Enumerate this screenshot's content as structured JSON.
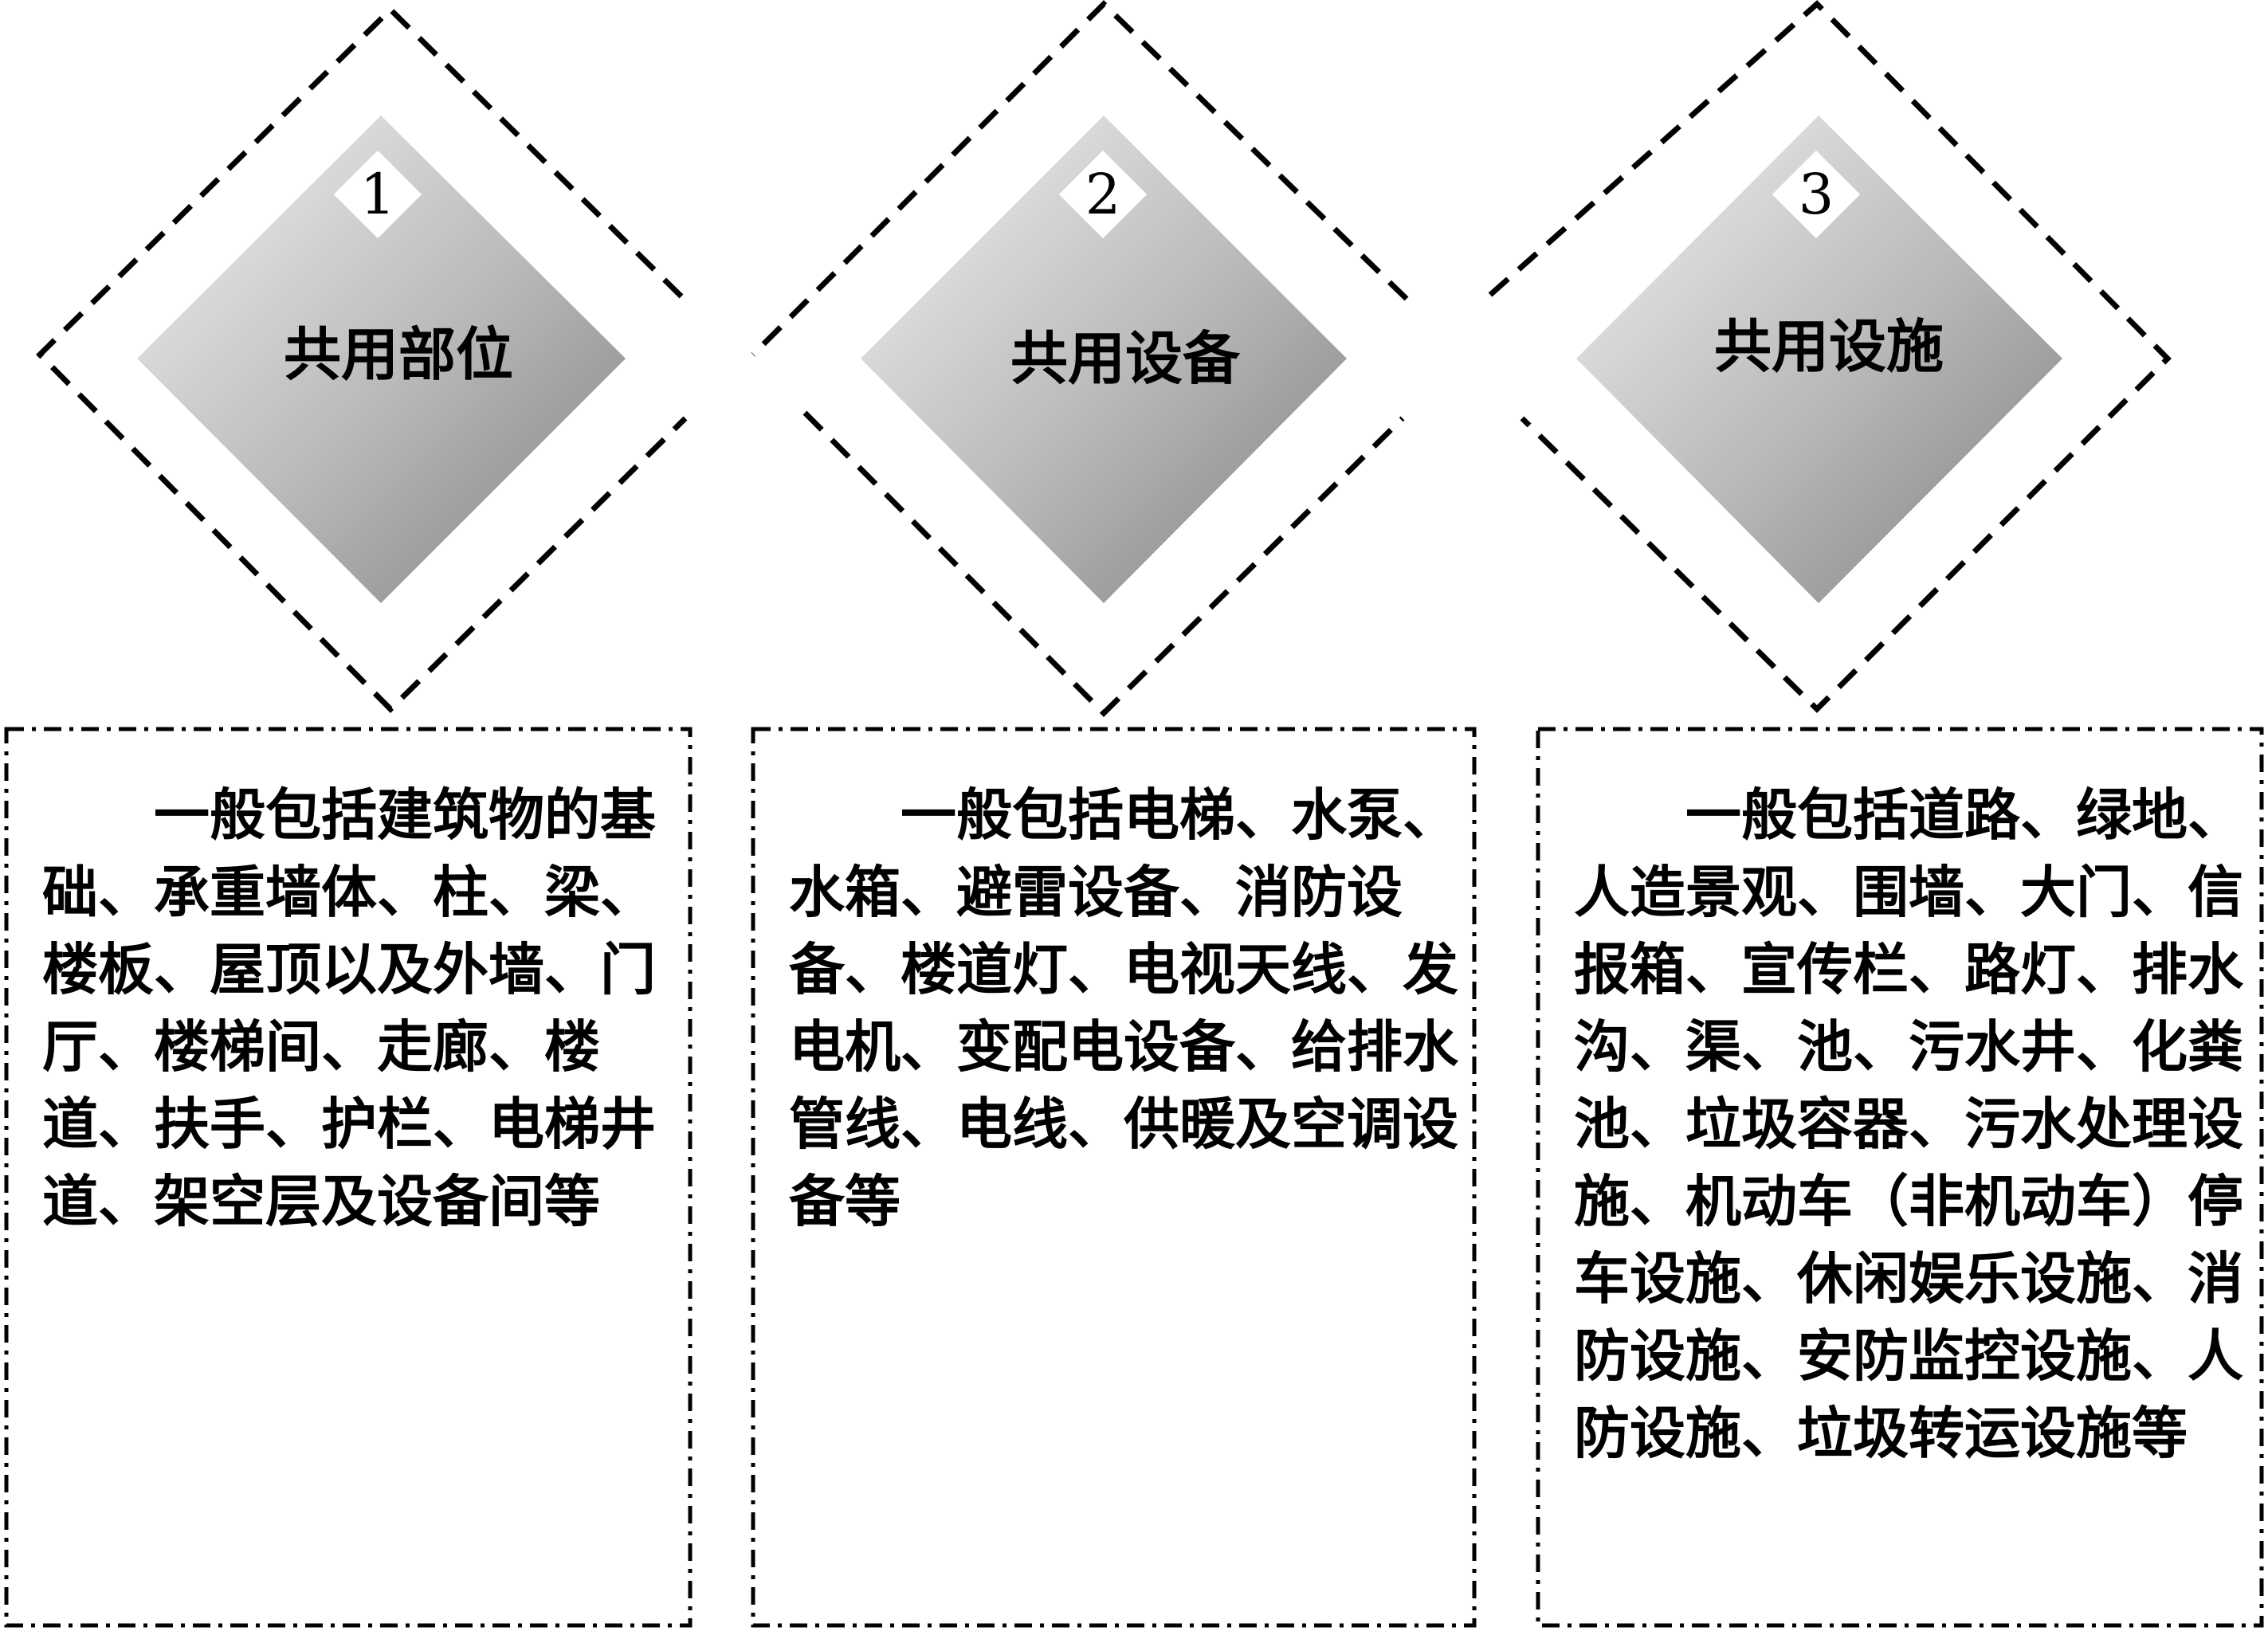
{
  "items": [
    {
      "number": "1",
      "title": "共用部位",
      "description": "一般包括建筑物的基础、承重墙体、柱、梁、楼板、屋顶以及外墙、门厅、楼梯间、走廊、楼道、扶手、护栏、电梯井道、架空层及设备间等"
    },
    {
      "number": "2",
      "title": "共用设备",
      "description": "一般包括电梯、水泵、水箱、避雷设备、消防设备、楼道灯、电视天线、发电机、变配电设备、给排水管线、电线、供暖及空调设备等"
    },
    {
      "number": "3",
      "title": "共用设施",
      "description": "一般包括道路、绿地、人造景观、围墙、大门、信报箱、宣传栏、路灯、排水沟、渠、池、污水井、化粪池、垃圾容器、污水处理设施、机动车（非机动车）停车设施、休闲娱乐设施、消防设施、安防监控设施、人防设施、垃圾转运设施等"
    }
  ],
  "colors": {
    "diamond_light": "#f2f2f2",
    "diamond_dark": "#8a8a8a",
    "stroke": "#000000"
  }
}
